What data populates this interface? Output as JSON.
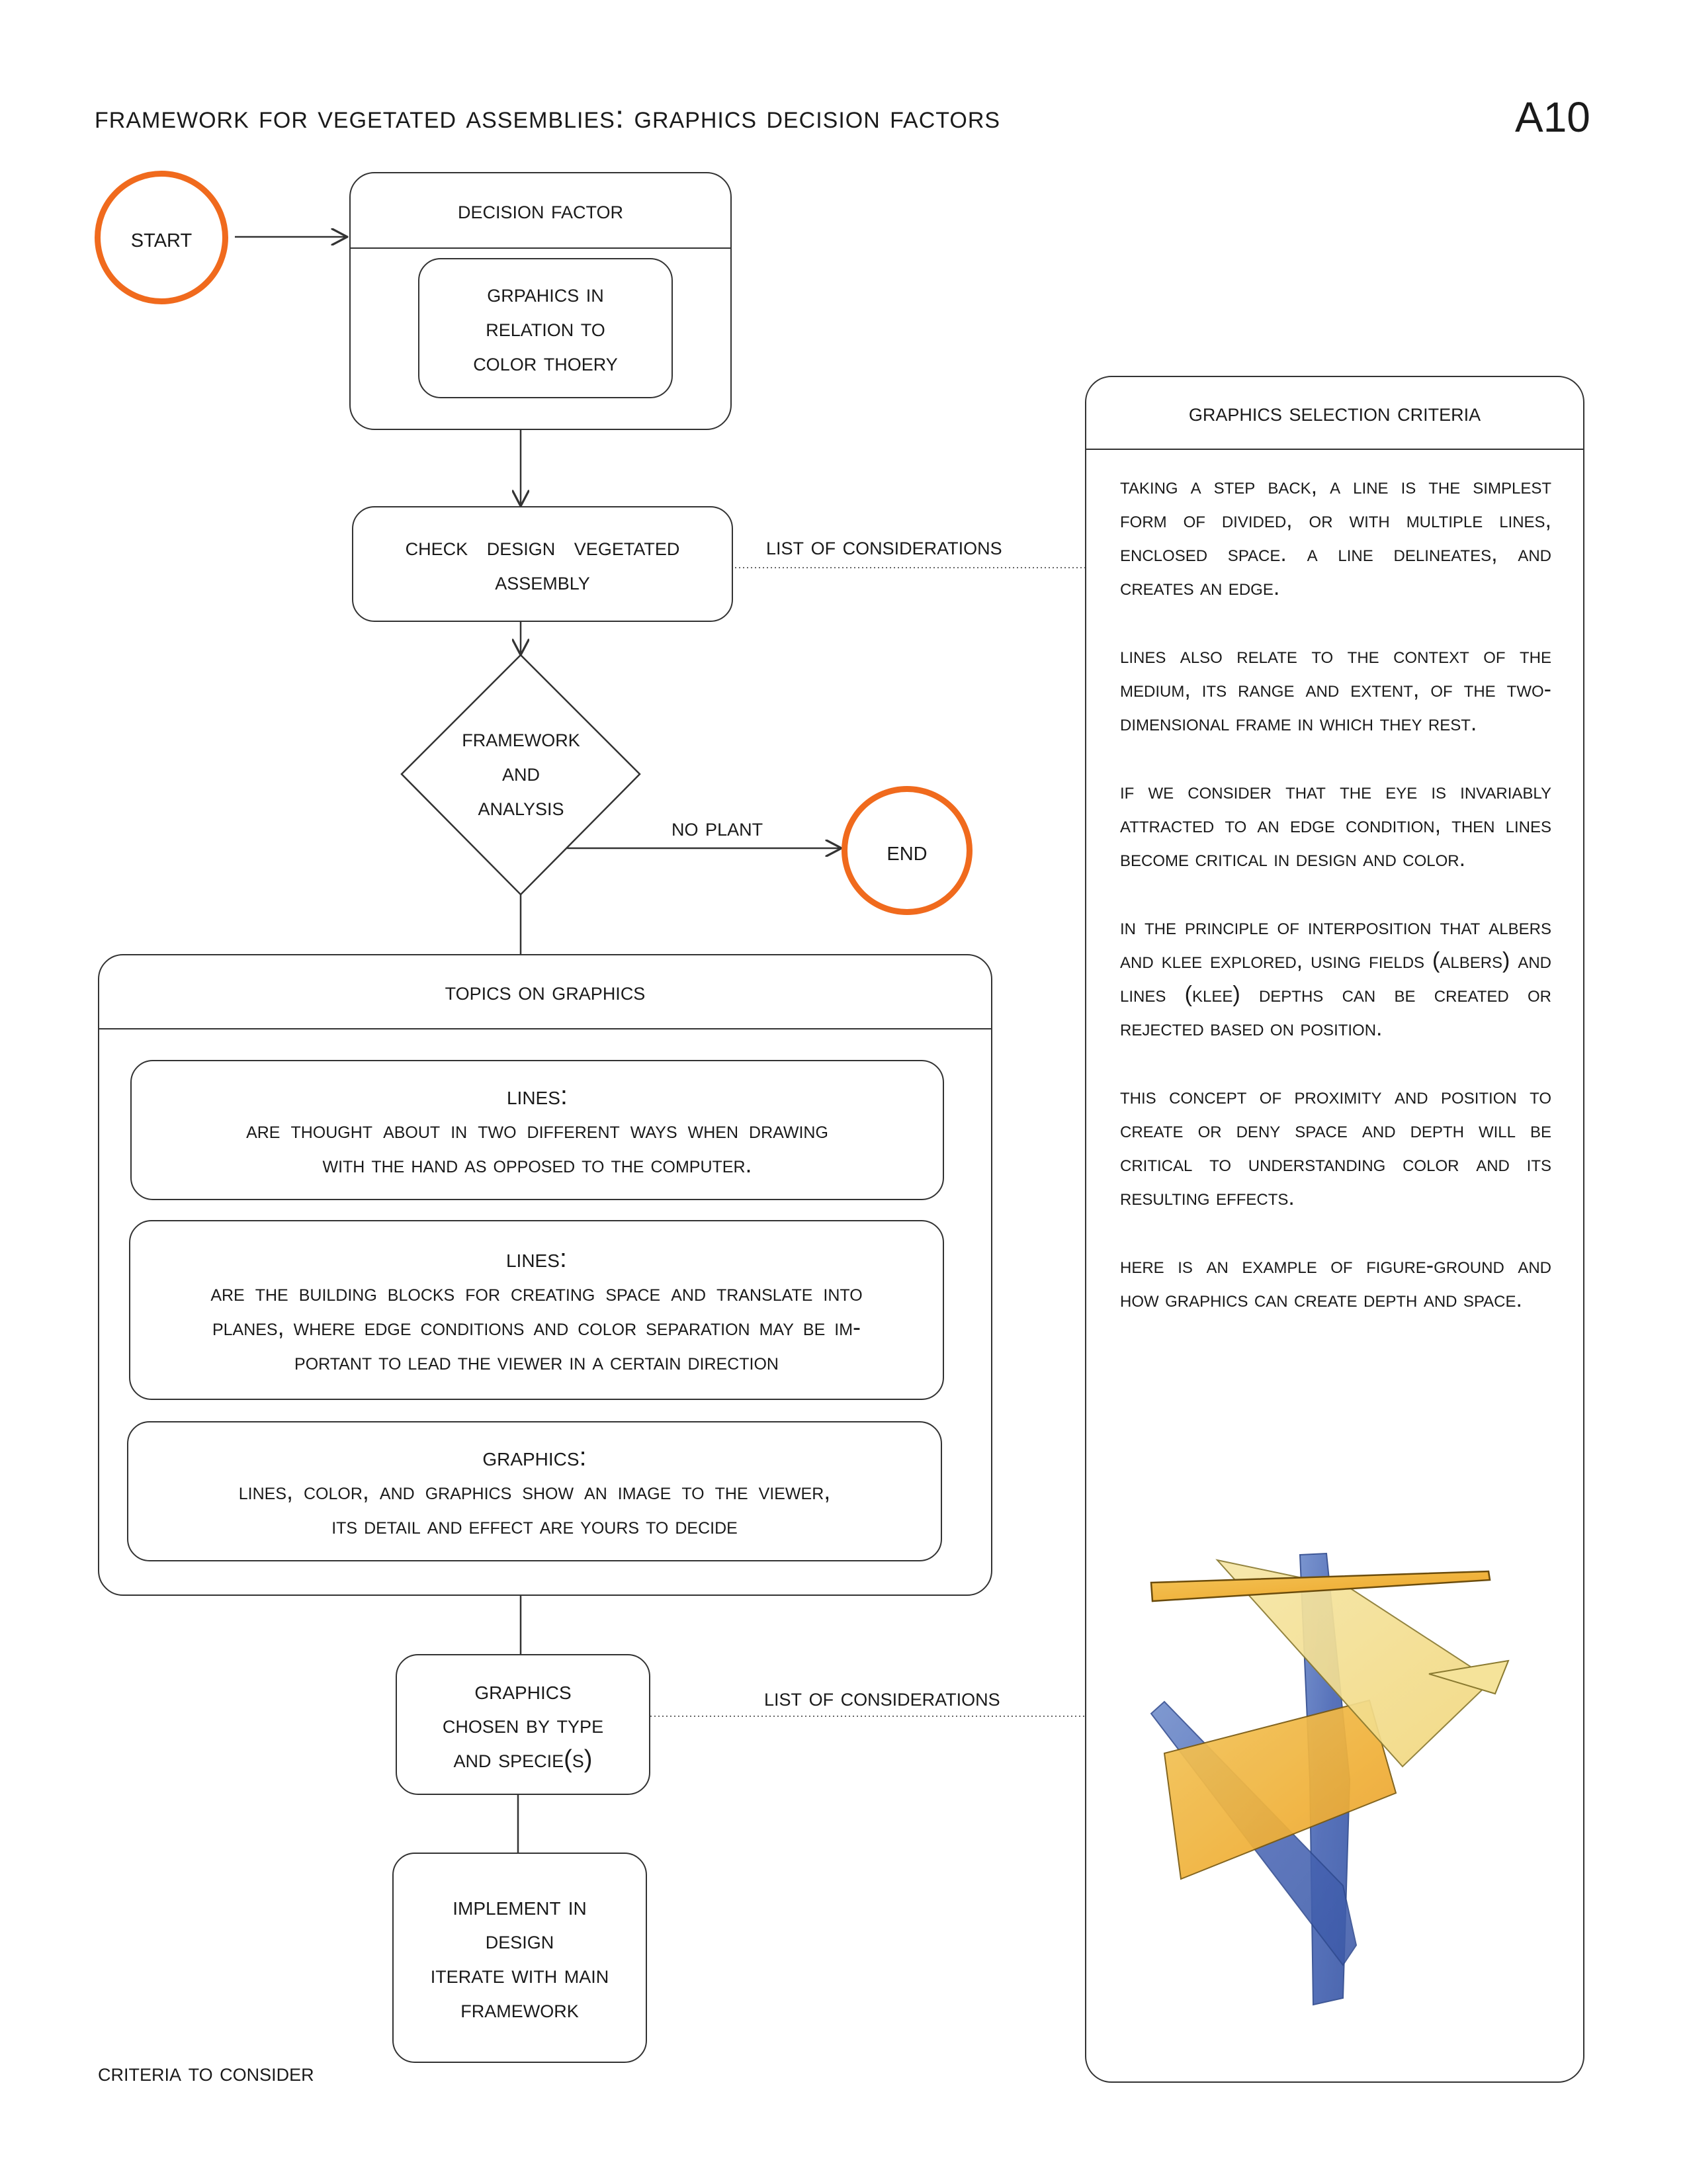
{
  "page": {
    "title": "framework for vegetated assemblies: graphics decision factors",
    "page_number": "A10",
    "footer": "Criteria to Consider"
  },
  "flow": {
    "start": "Start",
    "end": "End",
    "decision_factor": {
      "header": "Decision Factor",
      "inner_lines": [
        "Grpahics in",
        "Relation to",
        "Color thoery"
      ]
    },
    "check_design": [
      "Check Design Vegetated",
      "Assembly"
    ],
    "list_of_considerations_1": "List of Considerations",
    "diamond": [
      "Framework",
      "and",
      "Analysis"
    ],
    "no_plant": "No Plant",
    "topics": {
      "header": "Topics on Graphics",
      "items": [
        {
          "heading": "Lines:",
          "lines": [
            "Are thought about in two different ways when drawing",
            "with the hand as opposed to the computer."
          ]
        },
        {
          "heading": "Lines:",
          "lines": [
            "are the building blocks for creating space and translate into",
            "planes, where edge conditions and color separation may be im-",
            "portant to lead the viewer in a certain direction"
          ]
        },
        {
          "heading": "Graphics:",
          "lines": [
            "lines, color, and graphics show an image to the viewer,",
            "its detail and effect are yours to decide"
          ]
        }
      ]
    },
    "graphics_chosen": [
      "Graphics",
      "chosen by type",
      "and specie(s)"
    ],
    "list_of_considerations_2": "List of Considerations",
    "implement": [
      "Implement in",
      "design",
      "iterate with main",
      "framework"
    ]
  },
  "criteria": {
    "header": "Graphics Selection Criteria",
    "paragraphs": [
      "Taking a step back, a line is the simplest form of divided, or with multiple lines, enclosed space. A line delineates, and creates an edge.",
      "Lines also relate to the context of the medium, its range and extent, of the two-dimensional frame in which they rest.",
      "If we consider that the eye is invariably attracted to an edge condition, then lines become critical in design and color.",
      "In the principle of interposition that Albers and Klee explored, using fields (Albers) and lines (Klee) depths can be created or rejected based on position.",
      "This concept of proximity and position to create or deny space and depth will be critical to understanding color and its resulting effects.",
      "Here is an example of figure-ground and how graphics can create depth and space."
    ]
  },
  "colors": {
    "accent_orange": "#f06a1d",
    "paint_blue": "#4f6fb8",
    "paint_yellow": "#f0b43a",
    "paint_pale_yellow": "#f5e39a"
  }
}
